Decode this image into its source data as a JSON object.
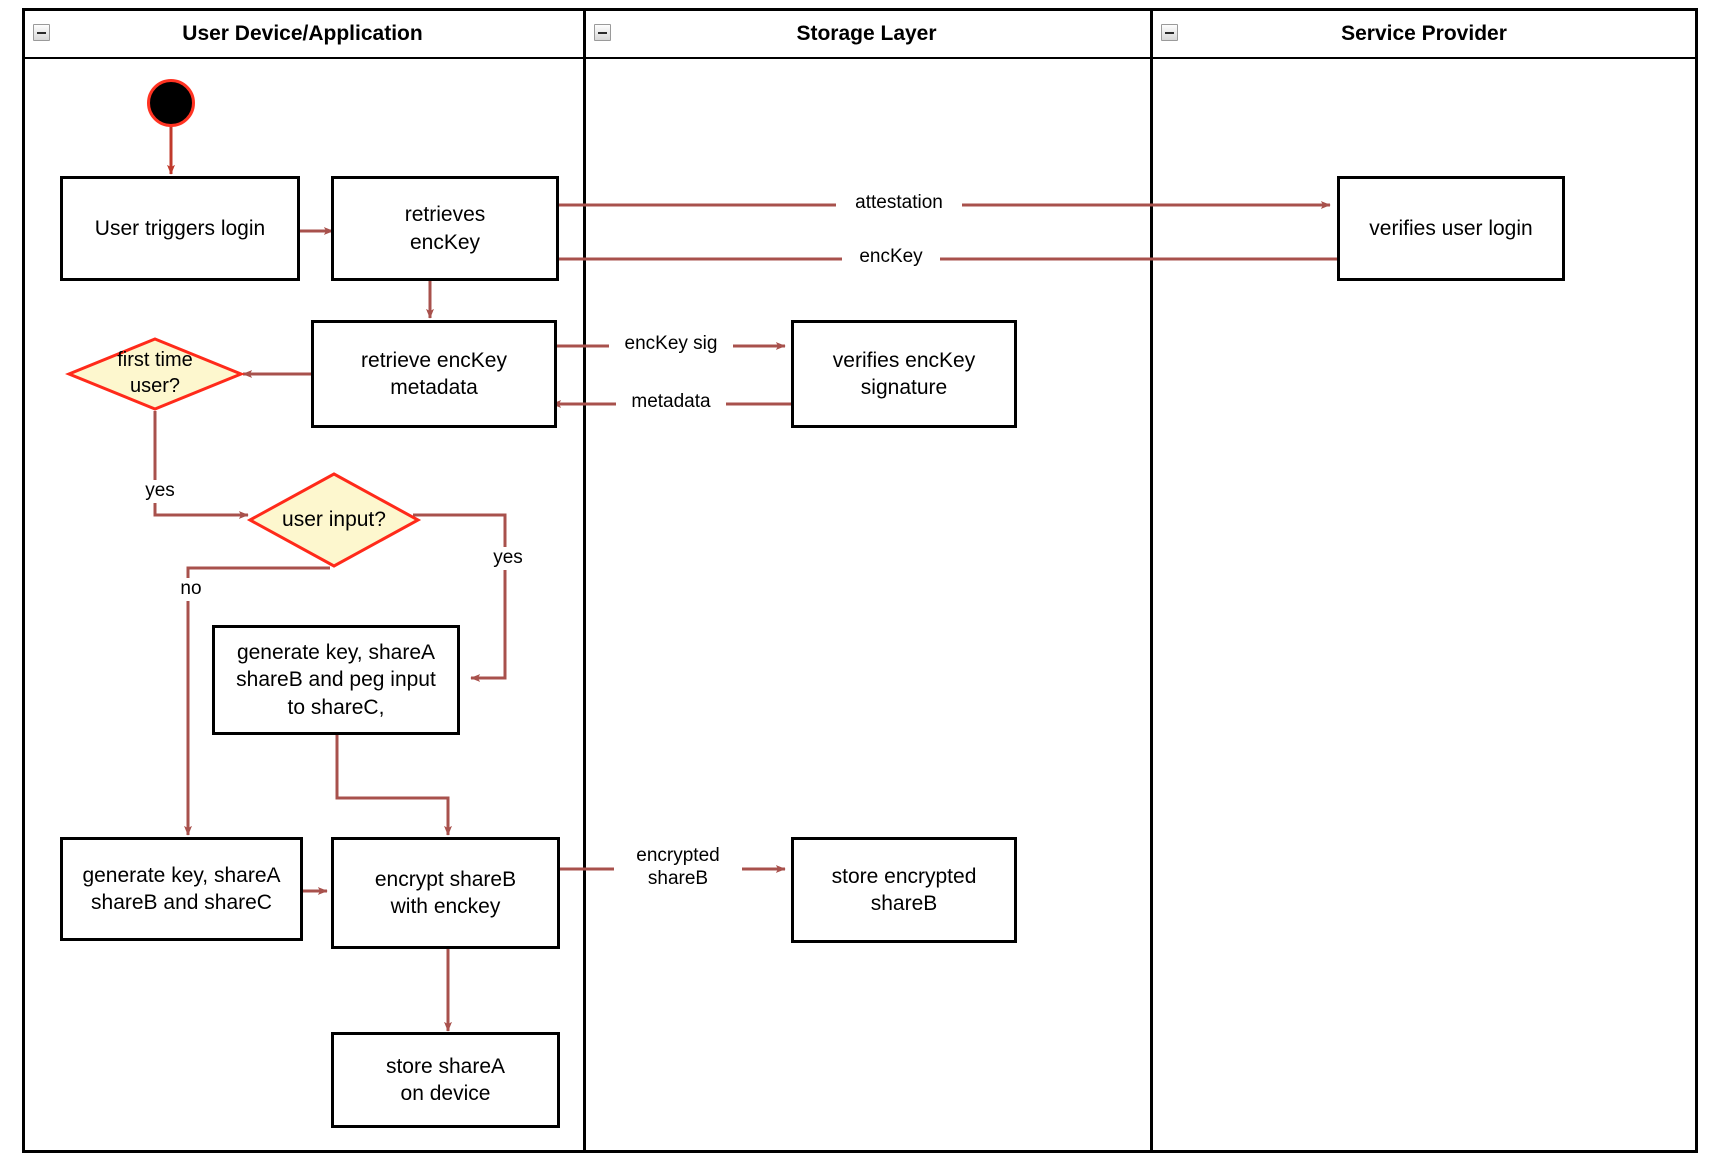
{
  "diagram": {
    "type": "uml-activity-swimlane",
    "title_bar_icon": "collapse-minus-icon",
    "accent_colors": {
      "connector": "#a8514c",
      "decision_border": "#ff2a1a",
      "decision_fill": "#fdf7ce",
      "node_border": "#000000",
      "start_node_fill": "#000000",
      "start_node_border": "#ff3322"
    },
    "lanes": [
      {
        "id": "lane-user-device",
        "title": "User Device/Application"
      },
      {
        "id": "lane-storage",
        "title": "Storage Layer"
      },
      {
        "id": "lane-service-provider",
        "title": "Service Provider"
      }
    ],
    "nodes": [
      {
        "id": "start",
        "shape": "initial",
        "label": ""
      },
      {
        "id": "user-triggers-login",
        "shape": "activity",
        "lane": "lane-user-device",
        "label": "User triggers login"
      },
      {
        "id": "retrieves-enckey",
        "shape": "activity",
        "lane": "lane-user-device",
        "label": "retrieves\nencKey"
      },
      {
        "id": "verifies-user-login",
        "shape": "activity",
        "lane": "lane-service-provider",
        "label": "verifies user login"
      },
      {
        "id": "retrieve-enckey-metadata",
        "shape": "activity",
        "lane": "lane-user-device",
        "label": "retrieve encKey\nmetadata"
      },
      {
        "id": "verifies-enckey-signature",
        "shape": "activity",
        "lane": "lane-storage",
        "label": "verifies encKey signature"
      },
      {
        "id": "first-time-user",
        "shape": "decision",
        "lane": "lane-user-device",
        "label": "first time\nuser?"
      },
      {
        "id": "user-input",
        "shape": "decision",
        "lane": "lane-user-device",
        "label": "user input?"
      },
      {
        "id": "generate-peg-input",
        "shape": "activity",
        "lane": "lane-user-device",
        "label": "generate key, shareA\nshareB and peg input\nto shareC,"
      },
      {
        "id": "generate-shares",
        "shape": "activity",
        "lane": "lane-user-device",
        "label": "generate key, shareA\nshareB and shareC"
      },
      {
        "id": "encrypt-shareb",
        "shape": "activity",
        "lane": "lane-user-device",
        "label": "encrypt shareB\nwith enckey"
      },
      {
        "id": "store-encrypted-shareb",
        "shape": "activity",
        "lane": "lane-storage",
        "label": "store encrypted\nshareB"
      },
      {
        "id": "store-sharea-on-device",
        "shape": "activity",
        "lane": "lane-user-device",
        "label": "store shareA\non device"
      }
    ],
    "edges": [
      {
        "from": "start",
        "to": "user-triggers-login",
        "label": ""
      },
      {
        "from": "user-triggers-login",
        "to": "retrieves-enckey",
        "label": ""
      },
      {
        "from": "retrieves-enckey",
        "to": "verifies-user-login",
        "label": "attestation"
      },
      {
        "from": "verifies-user-login",
        "to": "retrieves-enckey",
        "label": "encKey"
      },
      {
        "from": "retrieves-enckey",
        "to": "retrieve-enckey-metadata",
        "label": ""
      },
      {
        "from": "retrieve-enckey-metadata",
        "to": "verifies-enckey-signature",
        "label": "encKey sig"
      },
      {
        "from": "verifies-enckey-signature",
        "to": "retrieve-enckey-metadata",
        "label": "metadata"
      },
      {
        "from": "retrieve-enckey-metadata",
        "to": "first-time-user",
        "label": ""
      },
      {
        "from": "first-time-user",
        "to": "user-input",
        "label": "yes"
      },
      {
        "from": "user-input",
        "to": "generate-peg-input",
        "label": "yes"
      },
      {
        "from": "user-input",
        "to": "generate-shares",
        "label": "no"
      },
      {
        "from": "generate-peg-input",
        "to": "encrypt-shareb",
        "label": ""
      },
      {
        "from": "generate-shares",
        "to": "encrypt-shareb",
        "label": ""
      },
      {
        "from": "encrypt-shareb",
        "to": "store-encrypted-shareb",
        "label": "encrypted\nshareB"
      },
      {
        "from": "encrypt-shareb",
        "to": "store-sharea-on-device",
        "label": ""
      }
    ],
    "edge_labels": {
      "attestation": "attestation",
      "enckey": "encKey",
      "enckey_sig": "encKey sig",
      "metadata": "metadata",
      "yes_first_time": "yes",
      "yes_user_input": "yes",
      "no_user_input": "no",
      "encrypted_shareb": "encrypted\nshareB"
    }
  }
}
